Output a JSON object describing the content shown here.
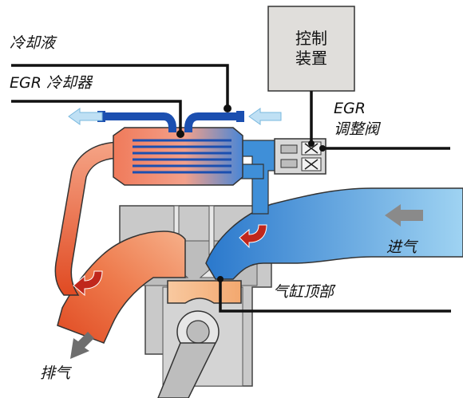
{
  "labels": {
    "coolant": "冷却液",
    "egr_cooler": "EGR 冷却器",
    "control_unit_line1": "控制",
    "control_unit_line2": "装置",
    "egr_valve_line1": "EGR",
    "egr_valve_line2": "调整阀",
    "intake": "进气",
    "cylinder_top": "气缸顶部",
    "exhaust": "排气"
  },
  "colors": {
    "hot_exhaust": "#e8603a",
    "cool_gas": "#3f8fd8",
    "coolant_pipe": "#1b4fb0",
    "engine_gray": "#c9c9c9",
    "control_box": "#e0dedb",
    "arrow_light_blue": "#bfe0f4",
    "arrow_gray": "#8a8a8a",
    "flow_arrow_red": "#c0271c"
  }
}
